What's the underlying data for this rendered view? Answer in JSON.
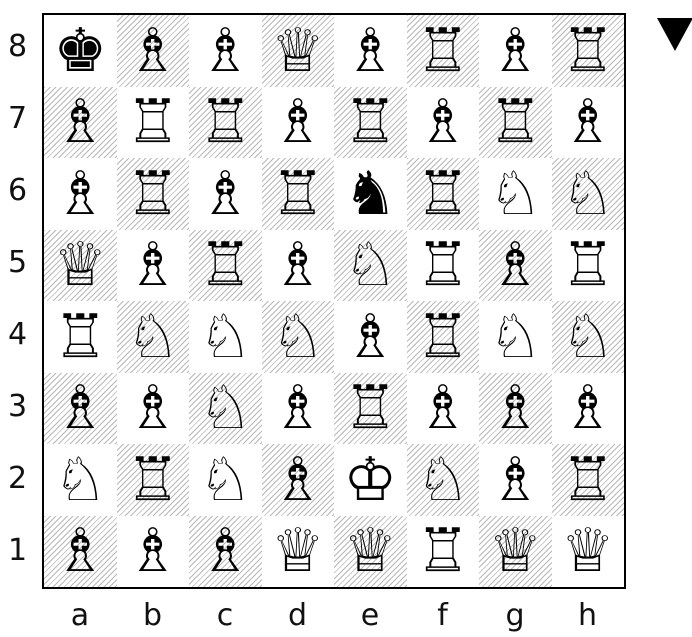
{
  "turn_indicator": "black-to-move-triangle",
  "ranks": [
    "8",
    "7",
    "6",
    "5",
    "4",
    "3",
    "2",
    "1"
  ],
  "files": [
    "a",
    "b",
    "c",
    "d",
    "e",
    "f",
    "g",
    "h"
  ],
  "board": [
    [
      [
        "♚",
        "king-black"
      ],
      [
        "♗",
        "bishop-white"
      ],
      [
        "♗",
        "bishop-white"
      ],
      [
        "♕",
        "queen-white"
      ],
      [
        "♗",
        "bishop-white"
      ],
      [
        "♖",
        "rook-white"
      ],
      [
        "♗",
        "bishop-white"
      ],
      [
        "♖",
        "rook-white"
      ]
    ],
    [
      [
        "♗",
        "bishop-white"
      ],
      [
        "♖",
        "rook-white"
      ],
      [
        "♖",
        "rook-white"
      ],
      [
        "♗",
        "bishop-white"
      ],
      [
        "♖",
        "rook-white"
      ],
      [
        "♗",
        "bishop-white"
      ],
      [
        "♖",
        "rook-white"
      ],
      [
        "♗",
        "bishop-white"
      ]
    ],
    [
      [
        "♗",
        "bishop-white"
      ],
      [
        "♖",
        "rook-white"
      ],
      [
        "♗",
        "bishop-white"
      ],
      [
        "♖",
        "rook-white"
      ],
      [
        "♞",
        "knight-black"
      ],
      [
        "♖",
        "rook-white"
      ],
      [
        "♘",
        "knight-white"
      ],
      [
        "♘",
        "knight-white"
      ]
    ],
    [
      [
        "♕",
        "queen-white"
      ],
      [
        "♗",
        "bishop-white"
      ],
      [
        "♖",
        "rook-white"
      ],
      [
        "♗",
        "bishop-white"
      ],
      [
        "♘",
        "knight-white"
      ],
      [
        "♖",
        "rook-white"
      ],
      [
        "♗",
        "bishop-white"
      ],
      [
        "♖",
        "rook-white"
      ]
    ],
    [
      [
        "♖",
        "rook-white"
      ],
      [
        "♘",
        "knight-white"
      ],
      [
        "♘",
        "knight-white"
      ],
      [
        "♘",
        "knight-white"
      ],
      [
        "♗",
        "bishop-white"
      ],
      [
        "♖",
        "rook-white"
      ],
      [
        "♘",
        "knight-white"
      ],
      [
        "♘",
        "knight-white"
      ]
    ],
    [
      [
        "♗",
        "bishop-white"
      ],
      [
        "♗",
        "bishop-white"
      ],
      [
        "♘",
        "knight-white"
      ],
      [
        "♗",
        "bishop-white"
      ],
      [
        "♖",
        "rook-white"
      ],
      [
        "♗",
        "bishop-white"
      ],
      [
        "♗",
        "bishop-white"
      ],
      [
        "♗",
        "bishop-white"
      ]
    ],
    [
      [
        "♘",
        "knight-white"
      ],
      [
        "♖",
        "rook-white"
      ],
      [
        "♘",
        "knight-white"
      ],
      [
        "♗",
        "bishop-white"
      ],
      [
        "♔",
        "king-white"
      ],
      [
        "♘",
        "knight-white"
      ],
      [
        "♗",
        "bishop-white"
      ],
      [
        "♖",
        "rook-white"
      ]
    ],
    [
      [
        "♗",
        "bishop-white"
      ],
      [
        "♗",
        "bishop-white"
      ],
      [
        "♗",
        "bishop-white"
      ],
      [
        "♕",
        "queen-white"
      ],
      [
        "♕",
        "queen-white"
      ],
      [
        "♖",
        "rook-white"
      ],
      [
        "♕",
        "queen-white"
      ],
      [
        "♕",
        "queen-white"
      ]
    ]
  ]
}
